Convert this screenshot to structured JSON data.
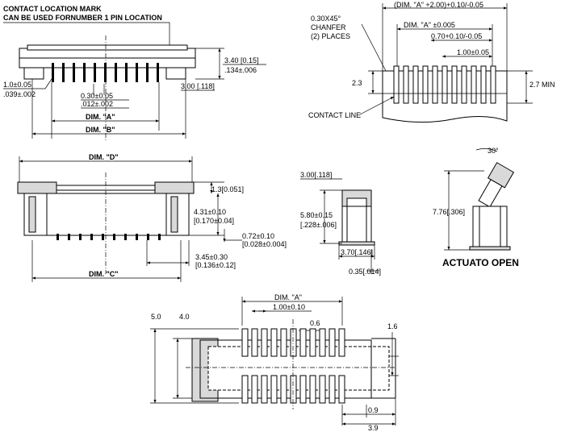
{
  "top_left": {
    "note_line1": "CONTACT LOCATION MARK",
    "note_line2": "CAN BE USED FORNUMBER 1 PIN LOCATION",
    "dim_height": "3.40 [0.15]",
    "dim_height_in": ".134±.006",
    "dim_depth": "3.00 [.118]",
    "dim_edge": "1.0±0.05",
    "dim_edge_in": ".039±.002",
    "dim_pitch": "0.30±0.05",
    "dim_pitch_in": ".012±.002",
    "dim_a": "DIM. \"A\"",
    "dim_b": "DIM. \"B\""
  },
  "top_right": {
    "dim_overall": "(DIM. \"A\" +2.00)+0.10/-0.05",
    "chamfer_line1": "0.30X45°",
    "chamfer_line2": "CHANFER",
    "chamfer_line3": "(2) PLACES",
    "dim_a_tol": "DIM. \"A\" ±0.005",
    "dim_070": "0.70+0.10/-0.05",
    "dim_100": "1.00±0.05",
    "dim_23": "2.3",
    "dim_27": "2.7 MIN",
    "contact_line": "CONTACT LINE"
  },
  "mid_left": {
    "dim_d": "DIM. \"D\"",
    "dim_13": "1.3[0.051]",
    "dim_431": "4.31±0.10",
    "dim_431_in": "[0.170±0.04]",
    "dim_072": "0.72±0.10",
    "dim_072_in": "[0.028±0.004]",
    "dim_345": "3.45±0.30",
    "dim_345_in": "[0.136±0.12]",
    "dim_c": "DIM. \"C\""
  },
  "mid_center": {
    "dim_300": "3.00[.118]",
    "dim_580": "5.80±0.15",
    "dim_580_in": "[.228±.006]",
    "dim_370": "3.70[.146]",
    "dim_035": "0.35[.014]"
  },
  "mid_right": {
    "angle": "30°",
    "dim_776": "7.76[.306]",
    "caption": "ACTUATO OPEN"
  },
  "bottom": {
    "dim_a": "DIM. \"A\"",
    "dim_100": "1.00±0.10",
    "dim_06": "0.6",
    "dim_50": "5.0",
    "dim_40": "4.0",
    "dim_16": "1.6",
    "dim_09": "0.9",
    "dim_39": "3.9"
  }
}
